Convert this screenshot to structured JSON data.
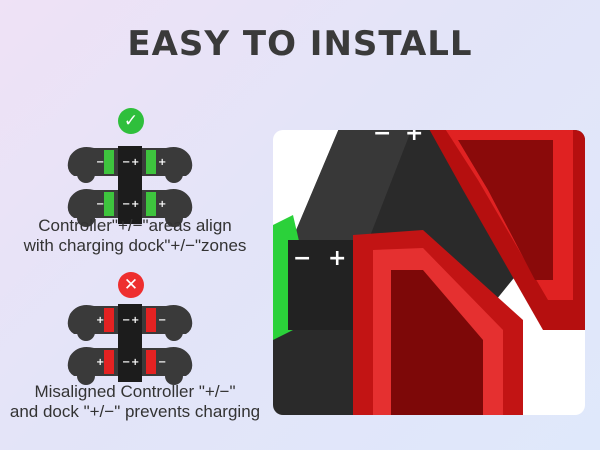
{
  "heading": "EASY TO INSTALL",
  "correct": {
    "icon": "check-icon",
    "icon_glyph": "✓",
    "color": "#2fbf3c",
    "caption_lines": [
      "Controller\"+/−\"areas align",
      "with charging dock\"+/−\"zones"
    ]
  },
  "incorrect": {
    "icon": "x-icon",
    "icon_glyph": "✕",
    "color": "#ee2e2e",
    "caption_lines": [
      "Misaligned Controller \"+/−\"",
      "and dock \"+/−\" prevents charging"
    ]
  },
  "dock": {
    "minus_label": "−",
    "plus_label": "+"
  },
  "colors": {
    "dock_body": "#2b2b2b",
    "controller_shell": "#d41818",
    "accent_green": "#3ec43e"
  }
}
